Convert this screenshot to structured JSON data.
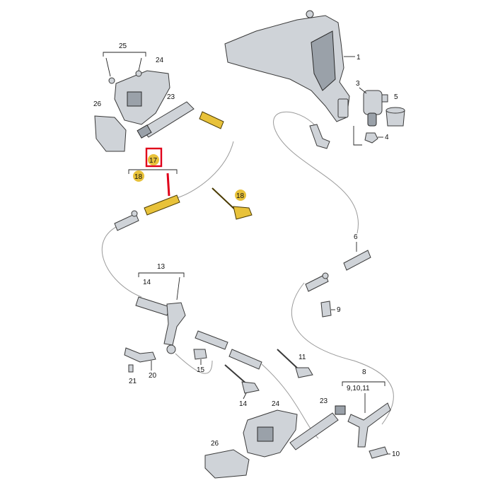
{
  "callouts": {
    "c1": "1",
    "c3": "3",
    "c4": "4",
    "c5": "5",
    "c6": "6",
    "c8": "8",
    "c8sub": "9,10,11",
    "c9": "9",
    "c10": "10",
    "c11": "11",
    "c13": "13",
    "c14a": "14",
    "c14b": "14",
    "c15": "15",
    "c17": "17",
    "c18a": "18",
    "c18b": "18",
    "c20": "20",
    "c21": "21",
    "c23a": "23",
    "c23b": "23",
    "c24a": "24",
    "c24b": "24",
    "c25": "25",
    "c26a": "26",
    "c26b": "26"
  },
  "colors": {
    "highlight": "#e0001a",
    "badge": "#e8c23a"
  }
}
